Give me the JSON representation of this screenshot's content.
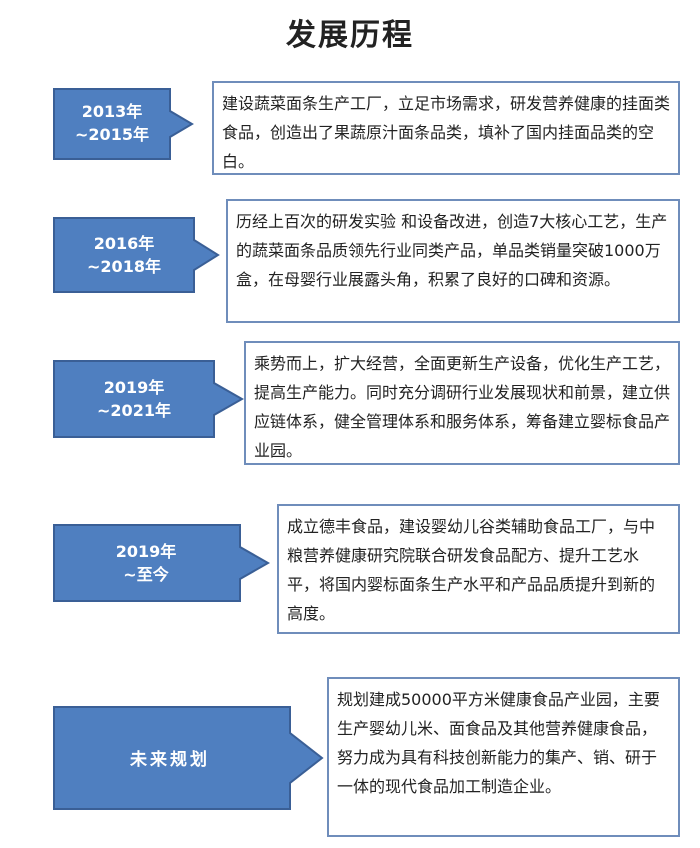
{
  "title": "发展历程",
  "colors": {
    "arrow_fill": "#4f7fc0",
    "arrow_stroke": "#3a5f96",
    "box_border": "#6f8dbb"
  },
  "stages": [
    {
      "period_line1": "2013年",
      "period_line2": "~2015年",
      "text": "建设蔬菜面条生产工厂，立足市场需求，研发营养健康的挂面类食品，创造出了果蔬原汁面条品类，填补了国内挂面品类的空白。"
    },
    {
      "period_line1": "2016年",
      "period_line2": "~2018年",
      "text": "历经上百次的研发实验 和设备改进，创造7大核心工艺，生产的蔬菜面条品质领先行业同类产品，单品类销量突破1000万盒，在母婴行业展露头角，积累了良好的口碑和资源。"
    },
    {
      "period_line1": "2019年",
      "period_line2": "~2021年",
      "text": "乘势而上，扩大经营，全面更新生产设备，优化生产工艺，提高生产能力。同时充分调研行业发展现状和前景，建立供应链体系，健全管理体系和服务体系，筹备建立婴标食品产业园。"
    },
    {
      "period_line1": "2019年",
      "period_line2": "~至今",
      "text": "成立德丰食品，建设婴幼儿谷类辅助食品工厂，与中粮营养健康研究院联合研发食品配方、提升工艺水平，将国内婴标面条生产水平和产品品质提升到新的高度。"
    },
    {
      "period_line1": "未来规划",
      "period_line2": "",
      "text": "规划建成50000平方米健康食品产业园，主要生产婴幼儿米、面食品及其他营养健康食品，努力成为具有科技创新能力的集产、销、研于一体的现代食品加工制造企业。"
    }
  ]
}
